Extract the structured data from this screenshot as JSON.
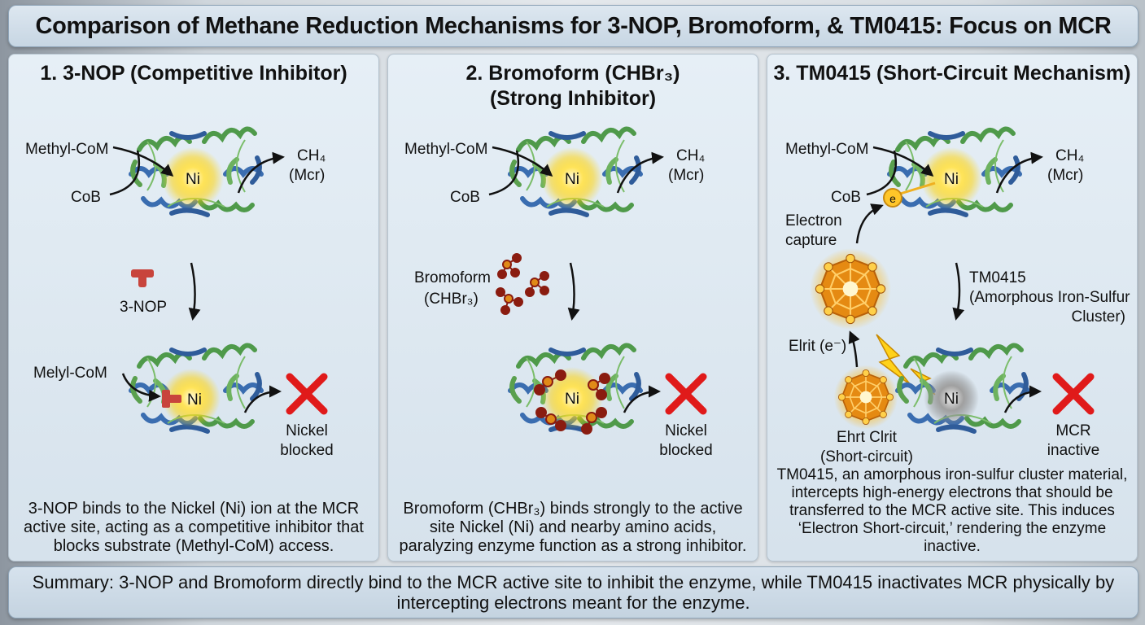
{
  "title": "Comparison of Methane Reduction Mechanisms for 3-NOP, Bromoform, & TM0415: Focus on MCR",
  "panel1": {
    "title": "1. 3-NOP (Competitive Inhibitor)",
    "methyl_com": "Methyl-CoM",
    "cob": "CoB",
    "ni": "Ni",
    "ch4": "CH₄",
    "mcr": "(Mcr)",
    "inhibitor": "3-NOP",
    "melyl_com": "Melyl-CoM",
    "ni_bottom": "Ni",
    "blocked_line1": "Nickel",
    "blocked_line2": "blocked",
    "description": "3-NOP binds to the Nickel (Ni) ion at the MCR active site, acting as a competitive inhibitor that blocks substrate (Methyl-CoM) access."
  },
  "panel2": {
    "title_line1": "2. Bromoform (CHBr₃)",
    "title_line2": "(Strong Inhibitor)",
    "methyl_com": "Methyl-CoM",
    "cob": "CoB",
    "ni": "Ni",
    "ch4": "CH₄",
    "mcr": "(Mcr)",
    "inhibitor_line1": "Bromoform",
    "inhibitor_line2": "(CHBr₃)",
    "ni_bottom": "Ni",
    "blocked_line1": "Nickel",
    "blocked_line2": "blocked",
    "description": "Bromoform (CHBr₃) binds strongly to the active site Nickel (Ni) and nearby amino acids, paralyzing enzyme function as a strong inhibitor."
  },
  "panel3": {
    "title": "3. TM0415 (Short-Circuit Mechanism)",
    "methyl_com": "Methyl-CoM",
    "cob": "CoB",
    "electron_symbol": "e",
    "ni": "Ni",
    "ch4": "CH₄",
    "mcr": "(Mcr)",
    "electron_capture_line1": "Electron",
    "electron_capture_line2": "capture",
    "tm_line1": "TM0415",
    "tm_line2": "(Amorphous Iron-Sulfur",
    "tm_line3": "Cluster)",
    "elrit": "Elrit (e⁻)",
    "ehrt_line1": "Ehrt Clrit",
    "ehrt_line2": "(Short-circuit)",
    "ni_bottom": "Ni",
    "inactive_line1": "MCR",
    "inactive_line2": "inactive",
    "description": "TM0415, an amorphous iron-sulfur cluster material, intercepts high-energy electrons that should be transferred to the MCR active site. This induces ‘Electron Short-circuit,’ rendering the enzyme inactive."
  },
  "summary": "Summary: 3-NOP and Bromoform directly bind to the MCR active site to inhibit the enzyme, while TM0415 inactivates MCR physically by intercepting electrons meant for the enzyme.",
  "colors": {
    "ni_glow": "#ffe45a",
    "protein_green": "#4f9a4a",
    "protein_blue": "#3a6db0",
    "blocked_red": "#e01a1a",
    "cluster_orange": "#f0a020",
    "inhibitor_red": "#c8443c",
    "bromine_dark": "#8a1c10"
  }
}
